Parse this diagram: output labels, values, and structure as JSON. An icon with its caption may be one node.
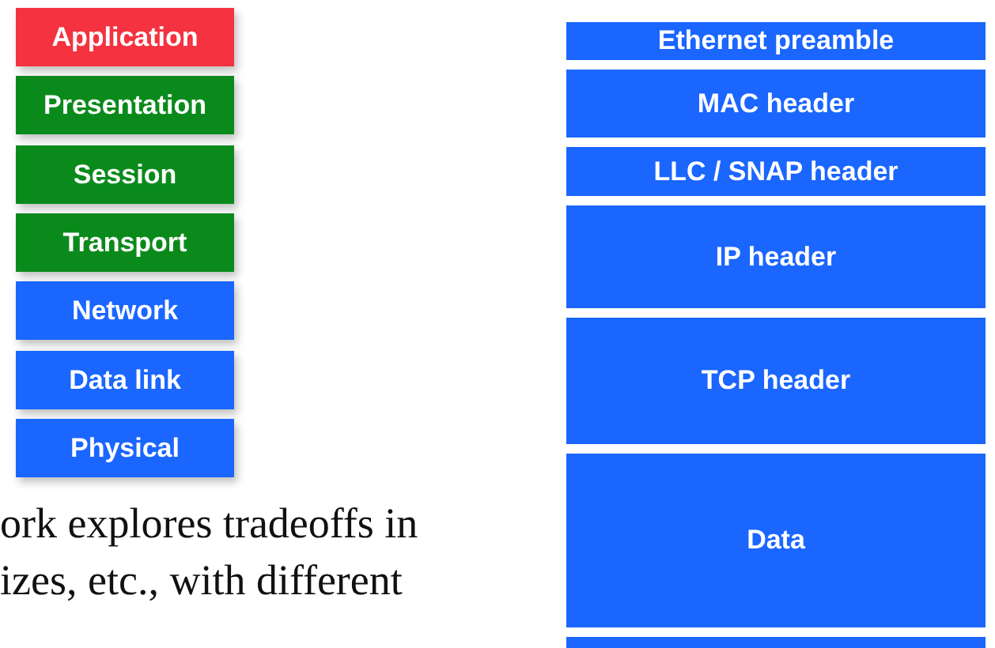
{
  "diagram": {
    "nodes": [
      {
        "text": [
          "Application"
        ]
      },
      {
        "text": [
          "Presentation"
        ]
      },
      {
        "text": [
          "Session"
        ]
      },
      {
        "text": [
          "Transport"
        ]
      },
      {
        "text": [
          "Network"
        ]
      },
      {
        "text": [
          "Data link"
        ]
      },
      {
        "text": [
          "Physical"
        ]
      },
      {
        "text": [
          "Ethernet preamble"
        ]
      },
      {
        "text": [
          "MAC header"
        ]
      },
      {
        "text": [
          "LLC / SNAP header"
        ]
      },
      {
        "text": [
          "IP header"
        ]
      },
      {
        "text": [
          "TCP header"
        ]
      },
      {
        "text": [
          "Data"
        ]
      },
      {
        "text": [],
        "shape": "box"
      }
    ],
    "edges": [],
    "labels": [
      "ork explores tradeoffs in",
      "izes, etc., with different"
    ]
  }
}
